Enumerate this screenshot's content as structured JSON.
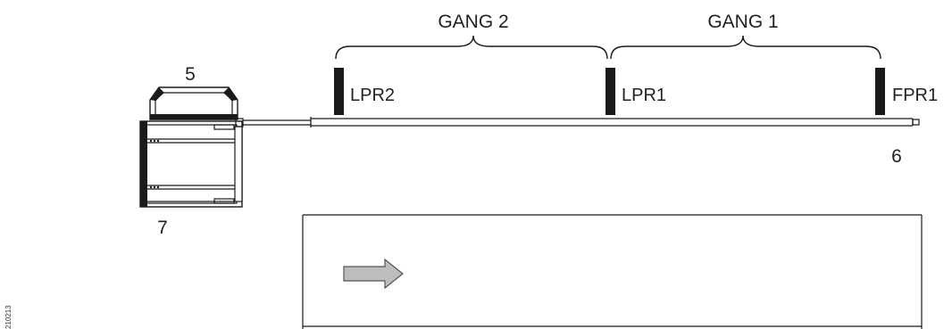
{
  "labels": {
    "gang_2": "GANG 2",
    "gang_1": "GANG 1",
    "lpr2": "LPR2",
    "lpr1": "LPR1",
    "fpr1": "FPR1",
    "num_5": "5",
    "num_6": "6",
    "num_7": "7",
    "figure_code": "210213"
  },
  "colors": {
    "line": "#1a1a1a",
    "marker": "#1a1a1a",
    "arrow_fill": "#bdbdbd",
    "arrow_stroke": "#555555"
  },
  "icons": {
    "direction": "right-arrow-icon"
  }
}
